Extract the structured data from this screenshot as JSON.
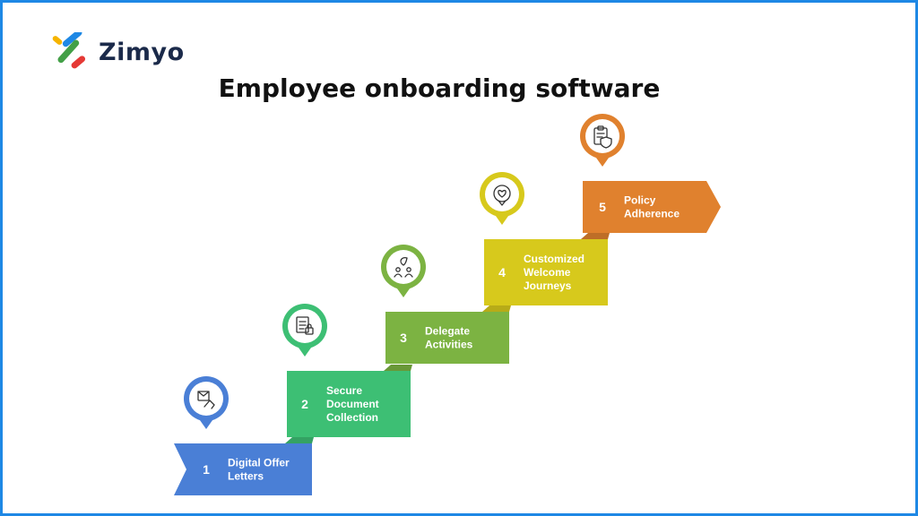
{
  "brand": {
    "name": "Zimyo",
    "colors": [
      "#f6b400",
      "#1e88e5",
      "#43a047",
      "#e53935"
    ]
  },
  "title": "Employee onboarding software",
  "frame_color": "#1e88e5",
  "steps": [
    {
      "number": "1",
      "lines": [
        "Digital Offer",
        "Letters"
      ],
      "color": "#4a7fd6",
      "icon": "offer-letter-icon"
    },
    {
      "number": "2",
      "lines": [
        "Secure",
        "Document",
        "Collection"
      ],
      "color": "#3dbf74",
      "icon": "secure-document-icon"
    },
    {
      "number": "3",
      "lines": [
        "Delegate",
        "Activities"
      ],
      "color": "#7cb342",
      "icon": "delegate-team-icon"
    },
    {
      "number": "4",
      "lines": [
        "Customized",
        "Welcome",
        "Journeys"
      ],
      "color": "#d7c91c",
      "icon": "welcome-journey-icon"
    },
    {
      "number": "5",
      "lines": [
        "Policy",
        "Adherence"
      ],
      "color": "#e0812e",
      "icon": "policy-clipboard-icon"
    }
  ]
}
